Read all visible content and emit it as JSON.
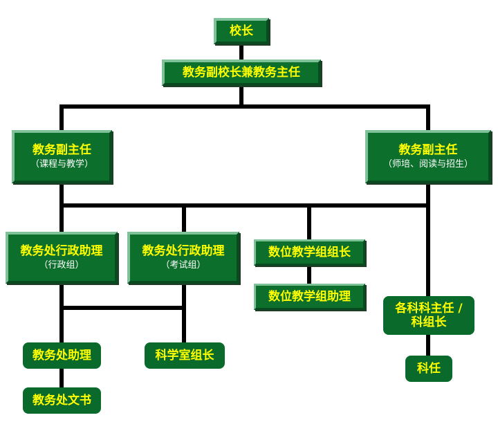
{
  "nodes": {
    "principal": "校长",
    "vice_principal": "教务副校长兼教务主任",
    "vice_director_left": {
      "title": "教务副主任",
      "subtitle": "（课程与教学）"
    },
    "vice_director_right": {
      "title": "教务副主任",
      "subtitle": "（师培、阅读与招生）"
    },
    "admin_assistant_1": {
      "title": "教务处行政助理",
      "subtitle": "（行政组）"
    },
    "admin_assistant_2": {
      "title": "教务处行政助理",
      "subtitle": "（考试组）"
    },
    "digital_group_leader": "数位教学组组长",
    "digital_group_assistant": "数位教学组助理",
    "subject_director": "各科科主任 /\n科组长",
    "office_assistant": "教务处助理",
    "office_clerk": "教务处文书",
    "science_lab_leader": "科学室组长",
    "subject": "科任"
  },
  "colors": {
    "box_fill": "#0c6f2c",
    "text_primary": "#ffff00",
    "text_secondary": "#ffffff",
    "connector": "#000000"
  }
}
